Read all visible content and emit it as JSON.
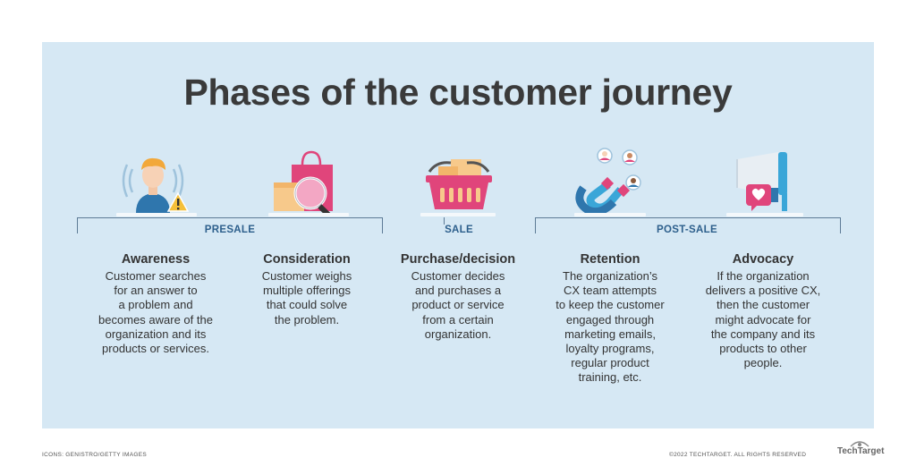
{
  "title": "Phases of the customer journey",
  "groups": {
    "presale": "PRESALE",
    "sale": "SALE",
    "postsale": "POST-SALE"
  },
  "phases": [
    {
      "title": "Awareness",
      "icon": "person-alert-icon",
      "desc": [
        "Customer searches",
        "for an answer to",
        "a problem and",
        "becomes aware of the",
        "organization and its",
        "products or services."
      ]
    },
    {
      "title": "Consideration",
      "icon": "shopping-bag-magnifier-icon",
      "desc": [
        "Customer weighs",
        "multiple offerings",
        "that could solve",
        "the problem."
      ]
    },
    {
      "title": "Purchase/decision",
      "icon": "shopping-basket-icon",
      "desc": [
        "Customer decides",
        "and purchases a",
        "product or service",
        "from a certain",
        "organization."
      ]
    },
    {
      "title": "Retention",
      "icon": "magnet-people-icon",
      "desc": [
        "The organization’s",
        "CX team attempts",
        "to keep the customer",
        "engaged through",
        "marketing emails,",
        "loyalty programs,",
        "regular product",
        "training, etc."
      ]
    },
    {
      "title": "Advocacy",
      "icon": "megaphone-heart-icon",
      "desc": [
        "If the organization",
        "delivers a positive CX,",
        "then the customer",
        "might advocate for",
        "the company and its",
        "products to other",
        "people."
      ]
    }
  ],
  "footer": {
    "credit": "ICONS: GENISTRO/GETTY IMAGES",
    "copyright": "©2022 TECHTARGET. ALL RIGHTS RESERVED",
    "logo": "TechTarget"
  },
  "colors": {
    "background": "#d6e8f4",
    "group_label": "#2d5f8c",
    "accent_pink": "#e0457b",
    "accent_blue": "#3aa6d8"
  }
}
